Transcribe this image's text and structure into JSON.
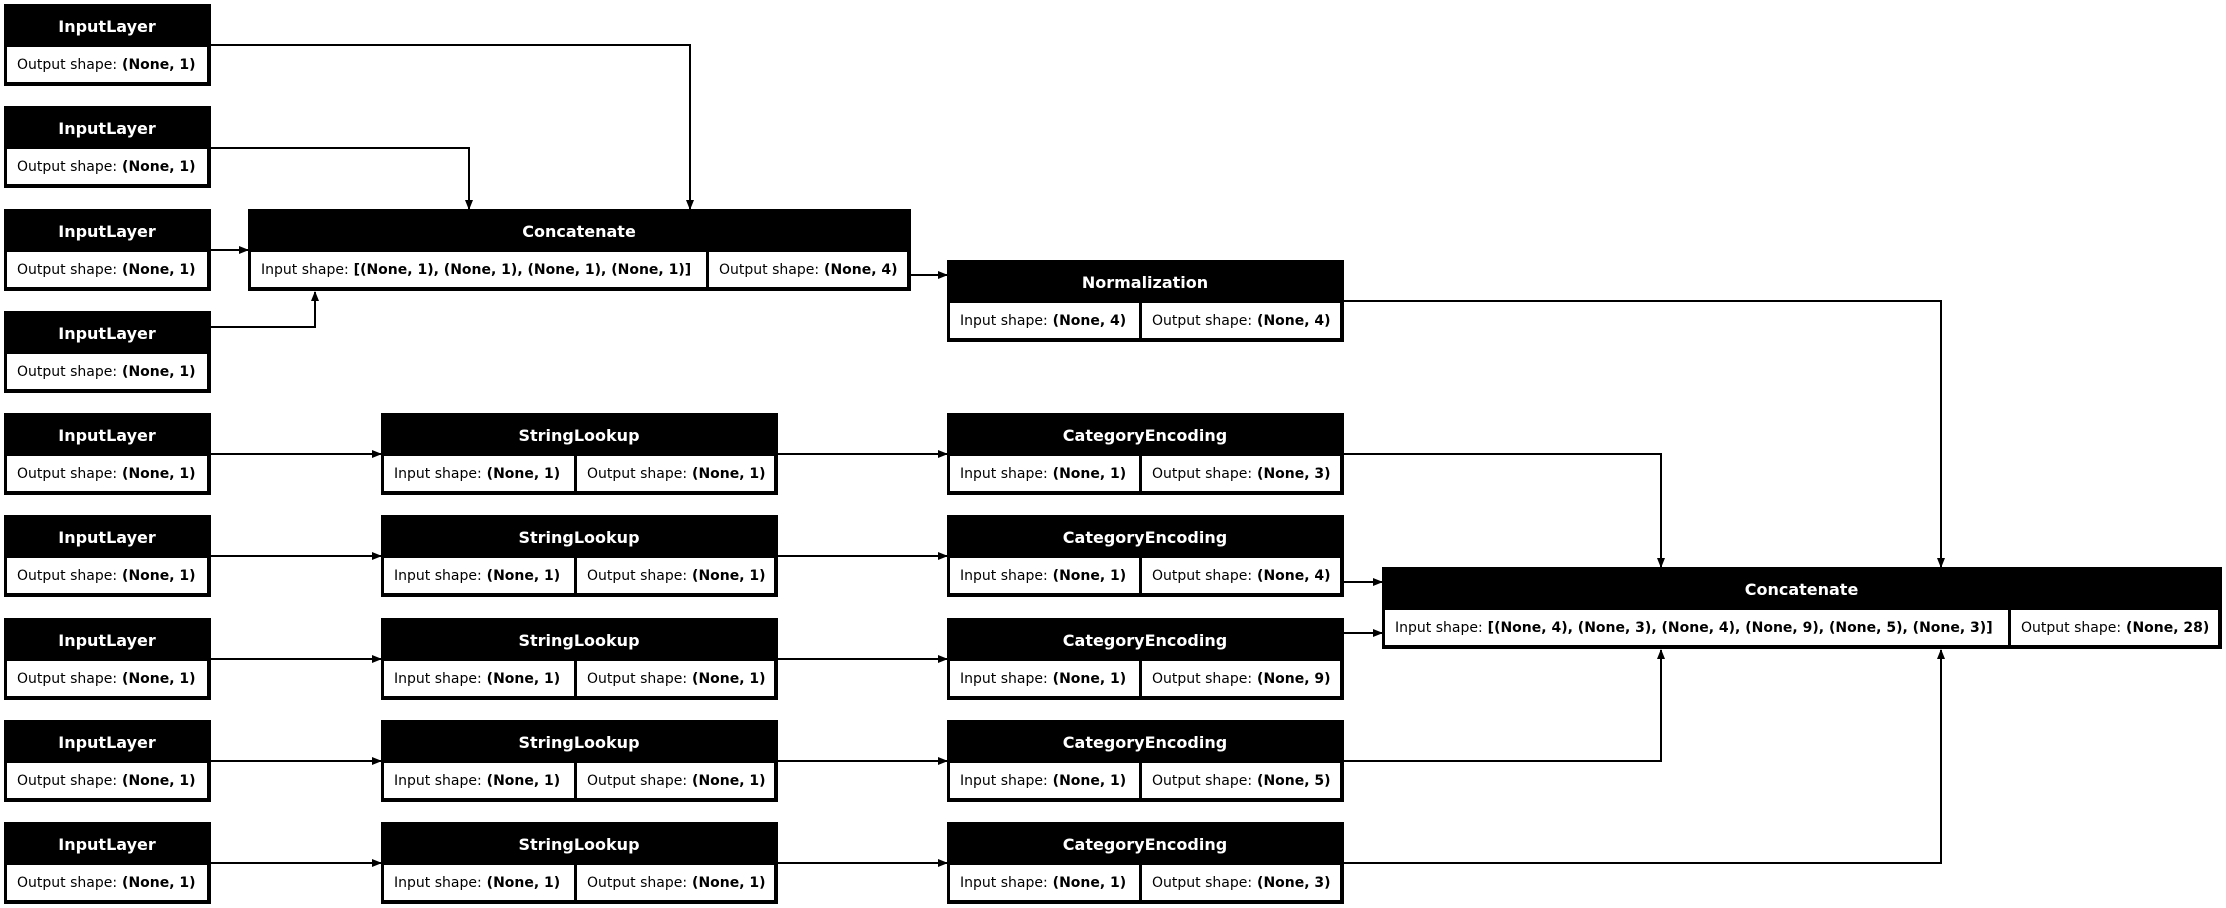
{
  "nodes": [
    {
      "id": "input-1",
      "title": "InputLayer",
      "cells": [
        {
          "label": "Output shape:",
          "value": "(None, 1)"
        }
      ]
    },
    {
      "id": "input-2",
      "title": "InputLayer",
      "cells": [
        {
          "label": "Output shape:",
          "value": "(None, 1)"
        }
      ]
    },
    {
      "id": "input-3",
      "title": "InputLayer",
      "cells": [
        {
          "label": "Output shape:",
          "value": "(None, 1)"
        }
      ]
    },
    {
      "id": "input-4",
      "title": "InputLayer",
      "cells": [
        {
          "label": "Output shape:",
          "value": "(None, 1)"
        }
      ]
    },
    {
      "id": "input-5",
      "title": "InputLayer",
      "cells": [
        {
          "label": "Output shape:",
          "value": "(None, 1)"
        }
      ]
    },
    {
      "id": "input-6",
      "title": "InputLayer",
      "cells": [
        {
          "label": "Output shape:",
          "value": "(None, 1)"
        }
      ]
    },
    {
      "id": "input-7",
      "title": "InputLayer",
      "cells": [
        {
          "label": "Output shape:",
          "value": "(None, 1)"
        }
      ]
    },
    {
      "id": "input-8",
      "title": "InputLayer",
      "cells": [
        {
          "label": "Output shape:",
          "value": "(None, 1)"
        }
      ]
    },
    {
      "id": "input-9",
      "title": "InputLayer",
      "cells": [
        {
          "label": "Output shape:",
          "value": "(None, 1)"
        }
      ]
    },
    {
      "id": "concatenate-1",
      "title": "Concatenate",
      "cells": [
        {
          "label": "Input shape:",
          "value": "[(None, 1), (None, 1), (None, 1), (None, 1)]"
        },
        {
          "label": "Output shape:",
          "value": "(None, 4)"
        }
      ]
    },
    {
      "id": "normalization",
      "title": "Normalization",
      "cells": [
        {
          "label": "Input shape:",
          "value": "(None, 4)"
        },
        {
          "label": "Output shape:",
          "value": "(None, 4)"
        }
      ]
    },
    {
      "id": "string-lookup-1",
      "title": "StringLookup",
      "cells": [
        {
          "label": "Input shape:",
          "value": "(None, 1)"
        },
        {
          "label": "Output shape:",
          "value": "(None, 1)"
        }
      ]
    },
    {
      "id": "string-lookup-2",
      "title": "StringLookup",
      "cells": [
        {
          "label": "Input shape:",
          "value": "(None, 1)"
        },
        {
          "label": "Output shape:",
          "value": "(None, 1)"
        }
      ]
    },
    {
      "id": "string-lookup-3",
      "title": "StringLookup",
      "cells": [
        {
          "label": "Input shape:",
          "value": "(None, 1)"
        },
        {
          "label": "Output shape:",
          "value": "(None, 1)"
        }
      ]
    },
    {
      "id": "string-lookup-4",
      "title": "StringLookup",
      "cells": [
        {
          "label": "Input shape:",
          "value": "(None, 1)"
        },
        {
          "label": "Output shape:",
          "value": "(None, 1)"
        }
      ]
    },
    {
      "id": "string-lookup-5",
      "title": "StringLookup",
      "cells": [
        {
          "label": "Input shape:",
          "value": "(None, 1)"
        },
        {
          "label": "Output shape:",
          "value": "(None, 1)"
        }
      ]
    },
    {
      "id": "category-encoding-1",
      "title": "CategoryEncoding",
      "cells": [
        {
          "label": "Input shape:",
          "value": "(None, 1)"
        },
        {
          "label": "Output shape:",
          "value": "(None, 3)"
        }
      ]
    },
    {
      "id": "category-encoding-2",
      "title": "CategoryEncoding",
      "cells": [
        {
          "label": "Input shape:",
          "value": "(None, 1)"
        },
        {
          "label": "Output shape:",
          "value": "(None, 4)"
        }
      ]
    },
    {
      "id": "category-encoding-3",
      "title": "CategoryEncoding",
      "cells": [
        {
          "label": "Input shape:",
          "value": "(None, 1)"
        },
        {
          "label": "Output shape:",
          "value": "(None, 9)"
        }
      ]
    },
    {
      "id": "category-encoding-4",
      "title": "CategoryEncoding",
      "cells": [
        {
          "label": "Input shape:",
          "value": "(None, 1)"
        },
        {
          "label": "Output shape:",
          "value": "(None, 5)"
        }
      ]
    },
    {
      "id": "category-encoding-5",
      "title": "CategoryEncoding",
      "cells": [
        {
          "label": "Input shape:",
          "value": "(None, 1)"
        },
        {
          "label": "Output shape:",
          "value": "(None, 3)"
        }
      ]
    },
    {
      "id": "concatenate-2",
      "title": "Concatenate",
      "cells": [
        {
          "label": "Input shape:",
          "value": "[(None, 4), (None, 3), (None, 4), (None, 9), (None, 5), (None, 3)]"
        },
        {
          "label": "Output shape:",
          "value": "(None, 28)"
        }
      ]
    }
  ],
  "edges": [
    [
      "input-1",
      "concatenate-1"
    ],
    [
      "input-2",
      "concatenate-1"
    ],
    [
      "input-3",
      "concatenate-1"
    ],
    [
      "input-4",
      "concatenate-1"
    ],
    [
      "concatenate-1",
      "normalization"
    ],
    [
      "normalization",
      "concatenate-2"
    ],
    [
      "input-5",
      "string-lookup-1"
    ],
    [
      "input-6",
      "string-lookup-2"
    ],
    [
      "input-7",
      "string-lookup-3"
    ],
    [
      "input-8",
      "string-lookup-4"
    ],
    [
      "input-9",
      "string-lookup-5"
    ],
    [
      "string-lookup-1",
      "category-encoding-1"
    ],
    [
      "string-lookup-2",
      "category-encoding-2"
    ],
    [
      "string-lookup-3",
      "category-encoding-3"
    ],
    [
      "string-lookup-4",
      "category-encoding-4"
    ],
    [
      "string-lookup-5",
      "category-encoding-5"
    ],
    [
      "category-encoding-1",
      "concatenate-2"
    ],
    [
      "category-encoding-2",
      "concatenate-2"
    ],
    [
      "category-encoding-3",
      "concatenate-2"
    ],
    [
      "category-encoding-4",
      "concatenate-2"
    ],
    [
      "category-encoding-5",
      "concatenate-2"
    ]
  ]
}
